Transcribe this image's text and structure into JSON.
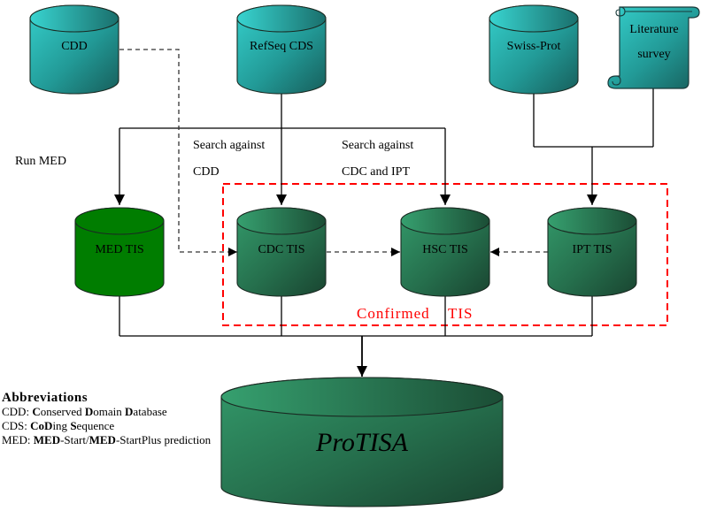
{
  "nodes": {
    "cdd": {
      "label": "CDD",
      "shape": "cylinder",
      "color": "teal"
    },
    "refseq": {
      "label": "RefSeq CDS",
      "shape": "cylinder",
      "color": "teal"
    },
    "swissprot": {
      "label": "Swiss-Prot",
      "shape": "cylinder",
      "color": "teal"
    },
    "literature": {
      "label_line1": "Literature",
      "label_line2": "survey",
      "shape": "scroll",
      "color": "teal"
    },
    "med_tis": {
      "label": "MED TIS",
      "shape": "cylinder",
      "color": "green"
    },
    "cdc_tis": {
      "label": "CDC TIS",
      "shape": "cylinder",
      "color": "dark-green"
    },
    "hsc_tis": {
      "label": "HSC TIS",
      "shape": "cylinder",
      "color": "dark-green"
    },
    "ipt_tis": {
      "label": "IPT TIS",
      "shape": "cylinder",
      "color": "dark-green"
    },
    "protisa": {
      "label": "ProTISA",
      "shape": "cylinder",
      "color": "dark-green"
    }
  },
  "edge_labels": {
    "run_med": "Run MED",
    "search_cdd_line1": "Search against",
    "search_cdd_line2": "CDD",
    "search_cdc_line1": "Search against",
    "search_cdc_line2": "CDC and IPT"
  },
  "group": {
    "label_word1": "Confirmed",
    "label_word2": "TIS",
    "border_color": "#ff0000"
  },
  "abbreviations": {
    "title": "Abbreviations",
    "items": [
      {
        "abbr": "CDD",
        "parts": [
          [
            "C",
            "onserved "
          ],
          [
            "D",
            "omain "
          ],
          [
            "D",
            "atabase"
          ]
        ]
      },
      {
        "abbr": "CDS",
        "parts": [
          [
            "Co",
            ""
          ],
          [
            "D",
            "ing "
          ],
          [
            "S",
            "equence"
          ]
        ]
      },
      {
        "abbr": "MED",
        "parts": [
          [
            "MED",
            "-Start/"
          ],
          [
            "MED",
            "-StartPlus prediction"
          ]
        ]
      }
    ]
  },
  "colors": {
    "teal_light": "#35cfcb",
    "teal_dark": "#186663",
    "green_flat": "#007d00",
    "dkgreen_light": "#33996a",
    "dkgreen_dark": "#194a32",
    "group_border": "#ff0000"
  }
}
